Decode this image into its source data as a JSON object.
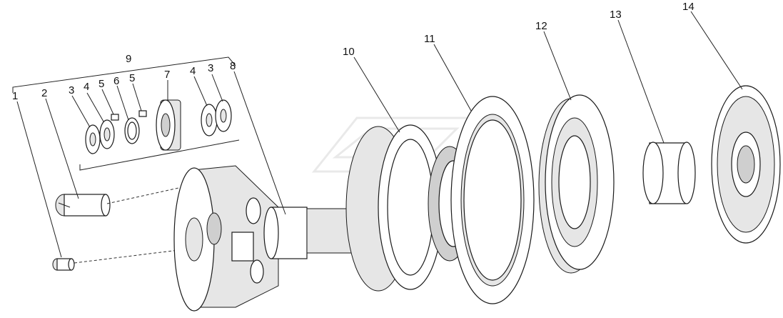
{
  "callouts": {
    "c1": "1",
    "c2": "2",
    "c3a": "3",
    "c4a": "4",
    "c5a": "5",
    "c6": "6",
    "c5b": "5",
    "c7": "7",
    "c4b": "4",
    "c3b": "3",
    "c8": "8",
    "c9": "9",
    "c10": "10",
    "c11": "11",
    "c12": "12",
    "c13": "13",
    "c14": "14"
  }
}
